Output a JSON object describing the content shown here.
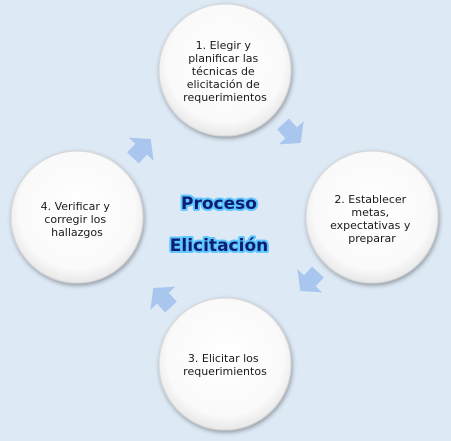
{
  "diagram": {
    "title_line1": "Proceso",
    "title_line2": "Elicitación",
    "colors": {
      "background": "#dde9f5",
      "arrow": "#a9c6ef",
      "circle_fill": "#ffffff",
      "title_text": "#0c1e72",
      "title_glow": "#5fc6ff"
    },
    "steps": [
      {
        "lines": [
          "1. Elegir y",
          "planificar las",
          "técnicas de",
          "elicitación de",
          "requerimientos"
        ]
      },
      {
        "lines": [
          "2. Establecer",
          "metas,",
          "expectativas y",
          "preparar"
        ]
      },
      {
        "lines": [
          "3. Elicitar los",
          "requerimientos"
        ]
      },
      {
        "lines": [
          "4. Verificar y",
          "corregir los",
          "hallazgos"
        ]
      }
    ]
  }
}
